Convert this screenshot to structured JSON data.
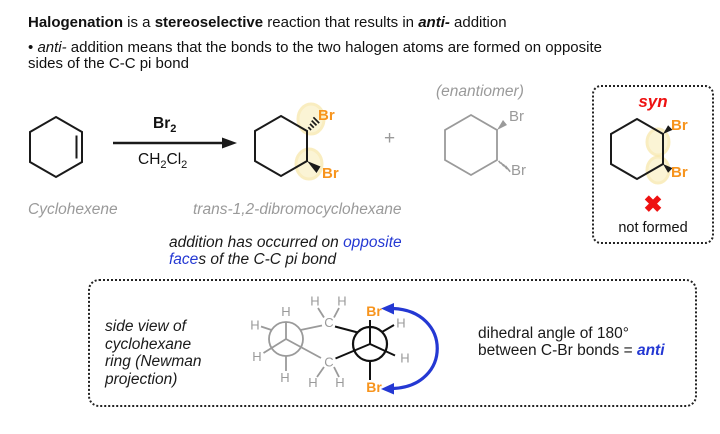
{
  "colors": {
    "black": "#1a1a1a",
    "gray": "#9a9a9a",
    "orange": "#f7941d",
    "red": "#ee1111",
    "blue": "#2438d3",
    "highlight": "#f9ecb4"
  },
  "header": {
    "line1_bold1": "Halogenation",
    "line1_reg1": " is a ",
    "line1_bold2": "stereoselective",
    "line1_reg2": " reaction that results in ",
    "line1_boldital": "anti-",
    "line1_reg3": " addition",
    "line2_bullet": "•",
    "line2_ital": "anti-",
    "line2_reg": " addition means that the bonds to the two halogen atoms are formed on opposite",
    "line3": "sides of the C-C pi bond"
  },
  "reaction": {
    "reagent": "Br",
    "reagent_sub": "2",
    "solvent_c": "CH",
    "solvent_sub1": "2",
    "solvent_cl": "Cl",
    "solvent_sub2": "2",
    "reactant_label": "Cyclohexene",
    "product_label": "trans-1,2-dibromocyclohexane",
    "plus": "+",
    "enantiomer_label": "(enantiomer)"
  },
  "atoms": {
    "br": "Br",
    "h": "H",
    "c": "C"
  },
  "syn_box": {
    "title": "syn",
    "cross": "✖",
    "caption": "not formed"
  },
  "anti_note": {
    "reg1": "addition has occurred on ",
    "blue1": "opposite",
    "blue2": "face",
    "reg2": "s of the C-C pi bond"
  },
  "newman_box": {
    "side_label": [
      "side view of",
      "cyclohexane",
      "ring (Newman",
      "projection)"
    ],
    "dihedral_line1": "dihedral angle of 180°",
    "dihedral_line2": "between C-Br bonds = ",
    "dihedral_emph": "anti"
  }
}
